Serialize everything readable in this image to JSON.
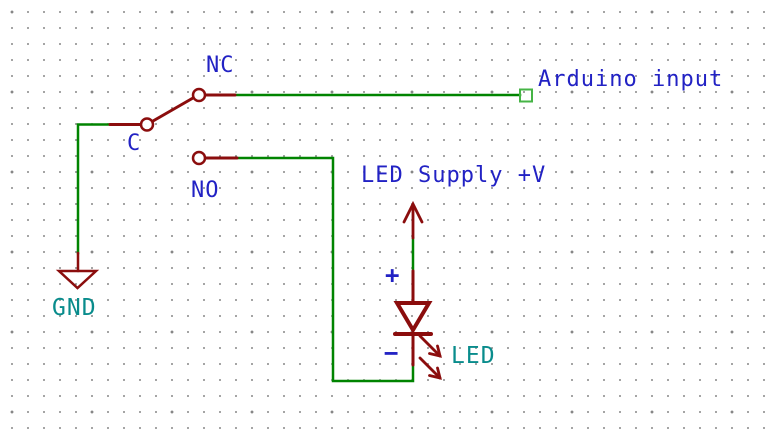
{
  "colors": {
    "bg": "#FFFFFF",
    "grid": "#878787",
    "wire": "#008400",
    "wireend": "#46B446",
    "comp": "#8B0D0D",
    "label": "#2222C4",
    "netlabel": "#098C8C"
  },
  "labels": {
    "nc": "NC",
    "c": "C",
    "no": "NO",
    "gnd": "GND",
    "arduino_input": "Arduino input",
    "led_supply": "LED Supply +V",
    "led": "LED",
    "plus": "+",
    "minus": "−"
  }
}
